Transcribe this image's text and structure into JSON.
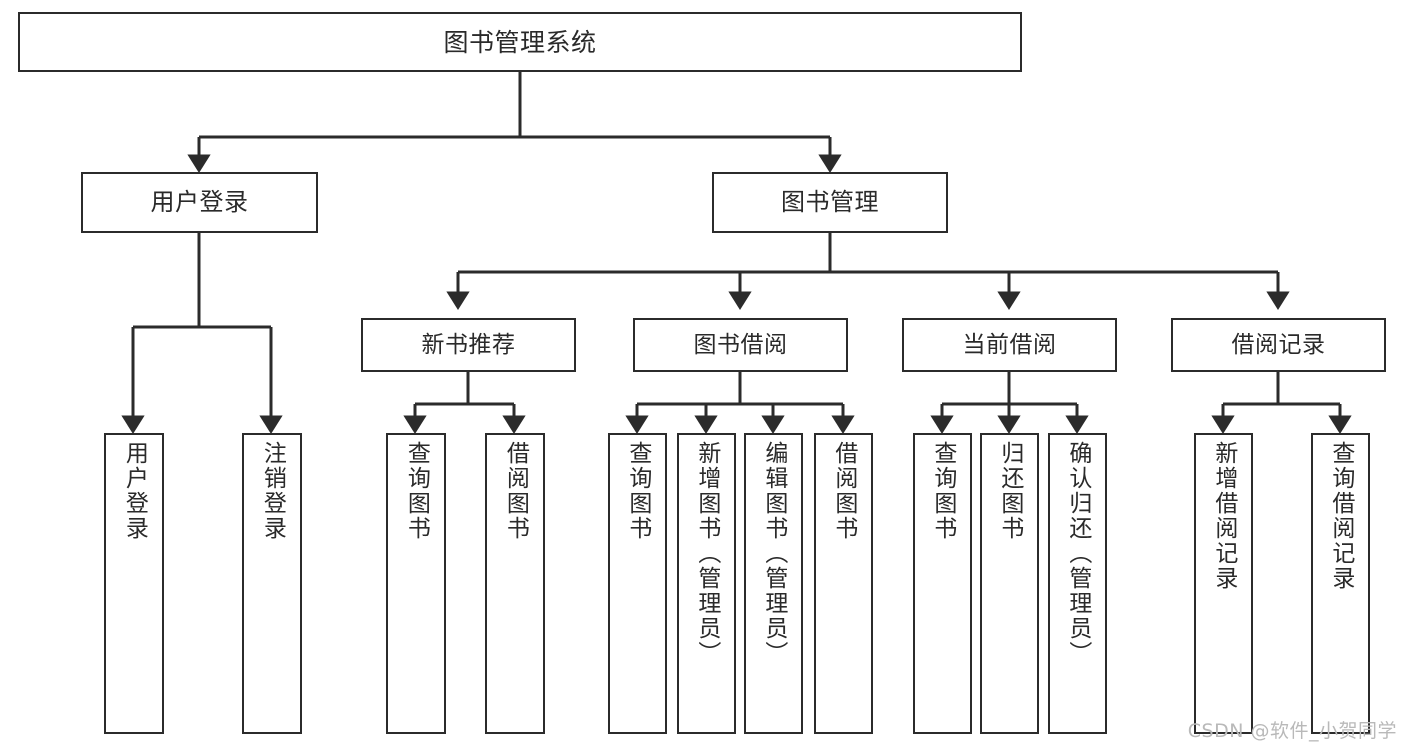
{
  "diagram": {
    "type": "tree",
    "title": "图书管理系统",
    "root": {
      "label": "图书管理系统"
    },
    "level2": [
      {
        "label": "用户登录"
      },
      {
        "label": "图书管理"
      }
    ],
    "level3": [
      {
        "label": "新书推荐"
      },
      {
        "label": "图书借阅"
      },
      {
        "label": "当前借阅"
      },
      {
        "label": "借阅记录"
      }
    ],
    "leaves": {
      "user_login": [
        {
          "label": "用户登录"
        },
        {
          "label": "注销登录"
        }
      ],
      "new_book_recommend": [
        {
          "label": "查询图书"
        },
        {
          "label": "借阅图书"
        }
      ],
      "book_borrow": [
        {
          "label": "查询图书"
        },
        {
          "label": "新增图书（管理员）"
        },
        {
          "label": "编辑图书（管理员）"
        },
        {
          "label": "借阅图书"
        }
      ],
      "current_borrow": [
        {
          "label": "查询图书"
        },
        {
          "label": "归还图书"
        },
        {
          "label": "确认归还（管理员）"
        }
      ],
      "borrow_records": [
        {
          "label": "新增借阅记录"
        },
        {
          "label": "查询借阅记录"
        }
      ]
    }
  },
  "watermark": {
    "text": "CSDN @软件_小贺同学"
  },
  "colors": {
    "border": "#2b2b2b",
    "text": "#2a2a2a",
    "background": "#ffffff",
    "watermark": "#b9b9b9"
  }
}
